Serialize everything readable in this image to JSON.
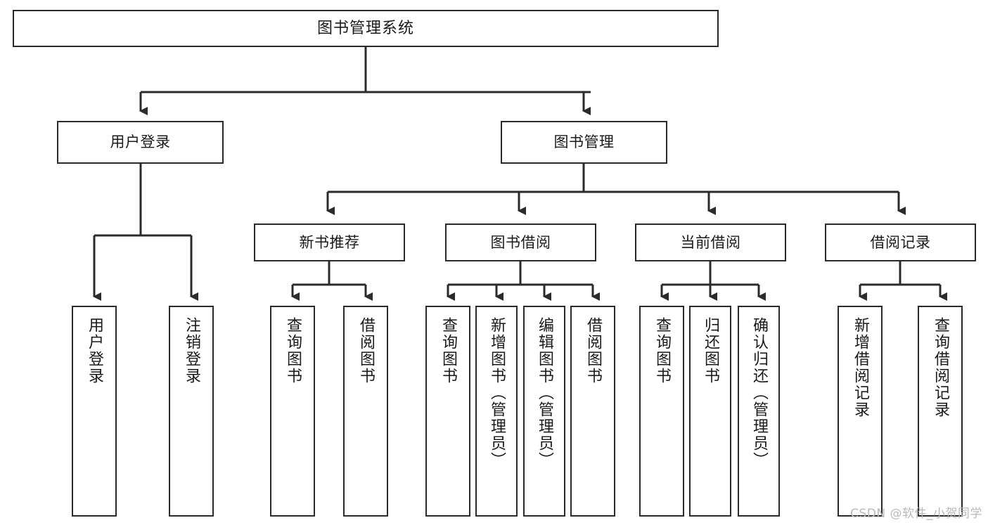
{
  "diagram": {
    "title": "图书管理系统",
    "type": "tree",
    "orientation": "top-down",
    "colors": {
      "background": "#ffffff",
      "box_border": "#2b2b2b",
      "box_fill": "#ffffff",
      "connector": "#2b2b2b",
      "text": "#1a1a1a",
      "watermark": "#b9b9b9"
    },
    "watermark": "CSDN @软件_小贺同学"
  },
  "nodes": {
    "root": {
      "label": "图书管理系统",
      "level": 0
    },
    "level1": [
      {
        "id": "user-login",
        "label": "用户登录"
      },
      {
        "id": "book-manage",
        "label": "图书管理"
      }
    ],
    "level2": [
      {
        "id": "new-book-recommend",
        "label": "新书推荐",
        "parent": "book-manage"
      },
      {
        "id": "book-borrow",
        "label": "图书借阅",
        "parent": "book-manage"
      },
      {
        "id": "current-borrow",
        "label": "当前借阅",
        "parent": "book-manage"
      },
      {
        "id": "borrow-record",
        "label": "借阅记录",
        "parent": "book-manage"
      }
    ],
    "leaves": [
      {
        "id": "leaf-user-login",
        "label": "用户登录",
        "parent": "user-login"
      },
      {
        "id": "leaf-logout",
        "label": "注销登录",
        "parent": "user-login"
      },
      {
        "id": "leaf-query-book-1",
        "label": "查询图书",
        "parent": "new-book-recommend"
      },
      {
        "id": "leaf-borrow-book-1",
        "label": "借阅图书",
        "parent": "new-book-recommend"
      },
      {
        "id": "leaf-query-book-2",
        "label": "查询图书",
        "parent": "book-borrow"
      },
      {
        "id": "leaf-add-book",
        "label": "新增图书（管理员）",
        "parent": "book-borrow"
      },
      {
        "id": "leaf-edit-book",
        "label": "编辑图书（管理员）",
        "parent": "book-borrow"
      },
      {
        "id": "leaf-borrow-book-2",
        "label": "借阅图书",
        "parent": "book-borrow"
      },
      {
        "id": "leaf-query-book-3",
        "label": "查询图书",
        "parent": "current-borrow"
      },
      {
        "id": "leaf-return-book",
        "label": "归还图书",
        "parent": "current-borrow"
      },
      {
        "id": "leaf-confirm-return",
        "label": "确认归还（管理员）",
        "parent": "current-borrow"
      },
      {
        "id": "leaf-add-record",
        "label": "新增借阅记录",
        "parent": "borrow-record"
      },
      {
        "id": "leaf-query-record",
        "label": "查询借阅记录",
        "parent": "borrow-record"
      }
    ]
  }
}
